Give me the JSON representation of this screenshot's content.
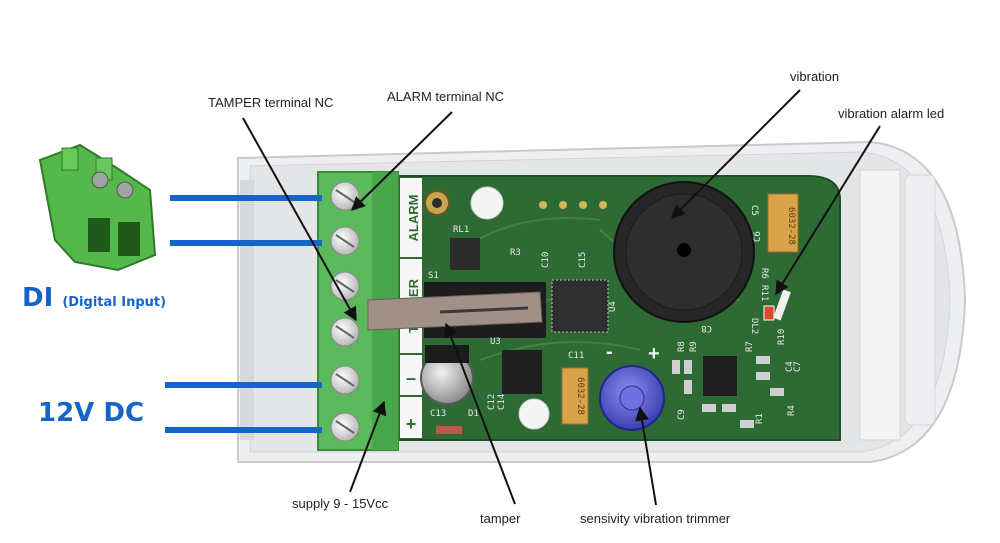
{
  "labels": {
    "tamper_terminal": "TAMPER terminal NC",
    "alarm_terminal": "ALARM terminal NC",
    "vibration": "vibration",
    "vibration_led": "vibration alarm led",
    "supply": "supply 9 - 15Vcc",
    "tamper": "tamper",
    "trimmer": "sensivity vibration trimmer"
  },
  "side": {
    "di": "DI",
    "di_sub": "(Digital Input)",
    "power": "12V DC"
  },
  "terminal_labels": {
    "alarm": "ALARM",
    "tamper": "TAMPER",
    "minus": "–",
    "plus": "+"
  },
  "pcb_marks": {
    "rl1": "RL1",
    "r3": "R3",
    "c10": "C10",
    "c15": "C15",
    "s1": "S1",
    "u4": "U4",
    "c5": "C5",
    "c6": "C6",
    "cap1": "6032-28",
    "cap2": "6032-28",
    "r6": "R6",
    "r11": "R11",
    "dl2": "DL2",
    "c8": "C8",
    "u3": "U3",
    "c11": "C11",
    "r7": "R7",
    "r10": "R10",
    "c13": "C13",
    "d1": "D1",
    "c12": "C12",
    "c14": "C14",
    "r8": "R8",
    "r9": "R9",
    "c9": "C9",
    "r4": "R4",
    "r1": "R1",
    "c4": "C4",
    "c7": "C7"
  },
  "colors": {
    "pcb": "#2e6b34",
    "terminal": "#5cb85c",
    "wire": "#1565c8",
    "housing": "#e4e5e7",
    "trimmer": "#5b5fd0"
  }
}
